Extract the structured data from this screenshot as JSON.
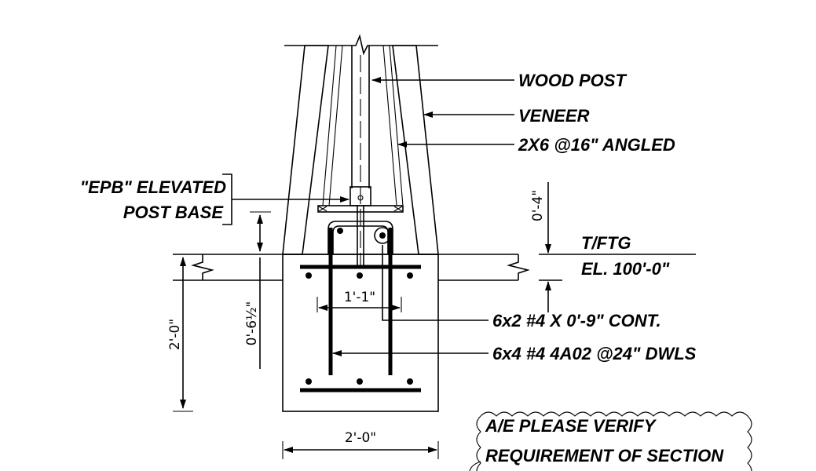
{
  "labels": {
    "wood_post": "WOOD POST",
    "veneer": "VENEER",
    "studs": "2X6 @16\" ANGLED",
    "post_base_line1": "\"EPB\" ELEVATED",
    "post_base_line2": "POST BASE",
    "tfg": "T/FTG",
    "elevation": "EL. 100'-0\"",
    "cont_bars": "6x2 #4 X 0'-9\"  CONT.",
    "dowels": "6x4 #4 4A02 @24\" DWLS"
  },
  "dimensions": {
    "footing_depth": "2'-0\"",
    "post_base_height": "0'-6½\"",
    "dowel_spacing": "1'-1\"",
    "footing_width": "2'-0\"",
    "top_offset": "0'-4\""
  },
  "note": {
    "line1": "A/E PLEASE VERIFY",
    "line2": "REQUIREMENT OF SECTION"
  }
}
